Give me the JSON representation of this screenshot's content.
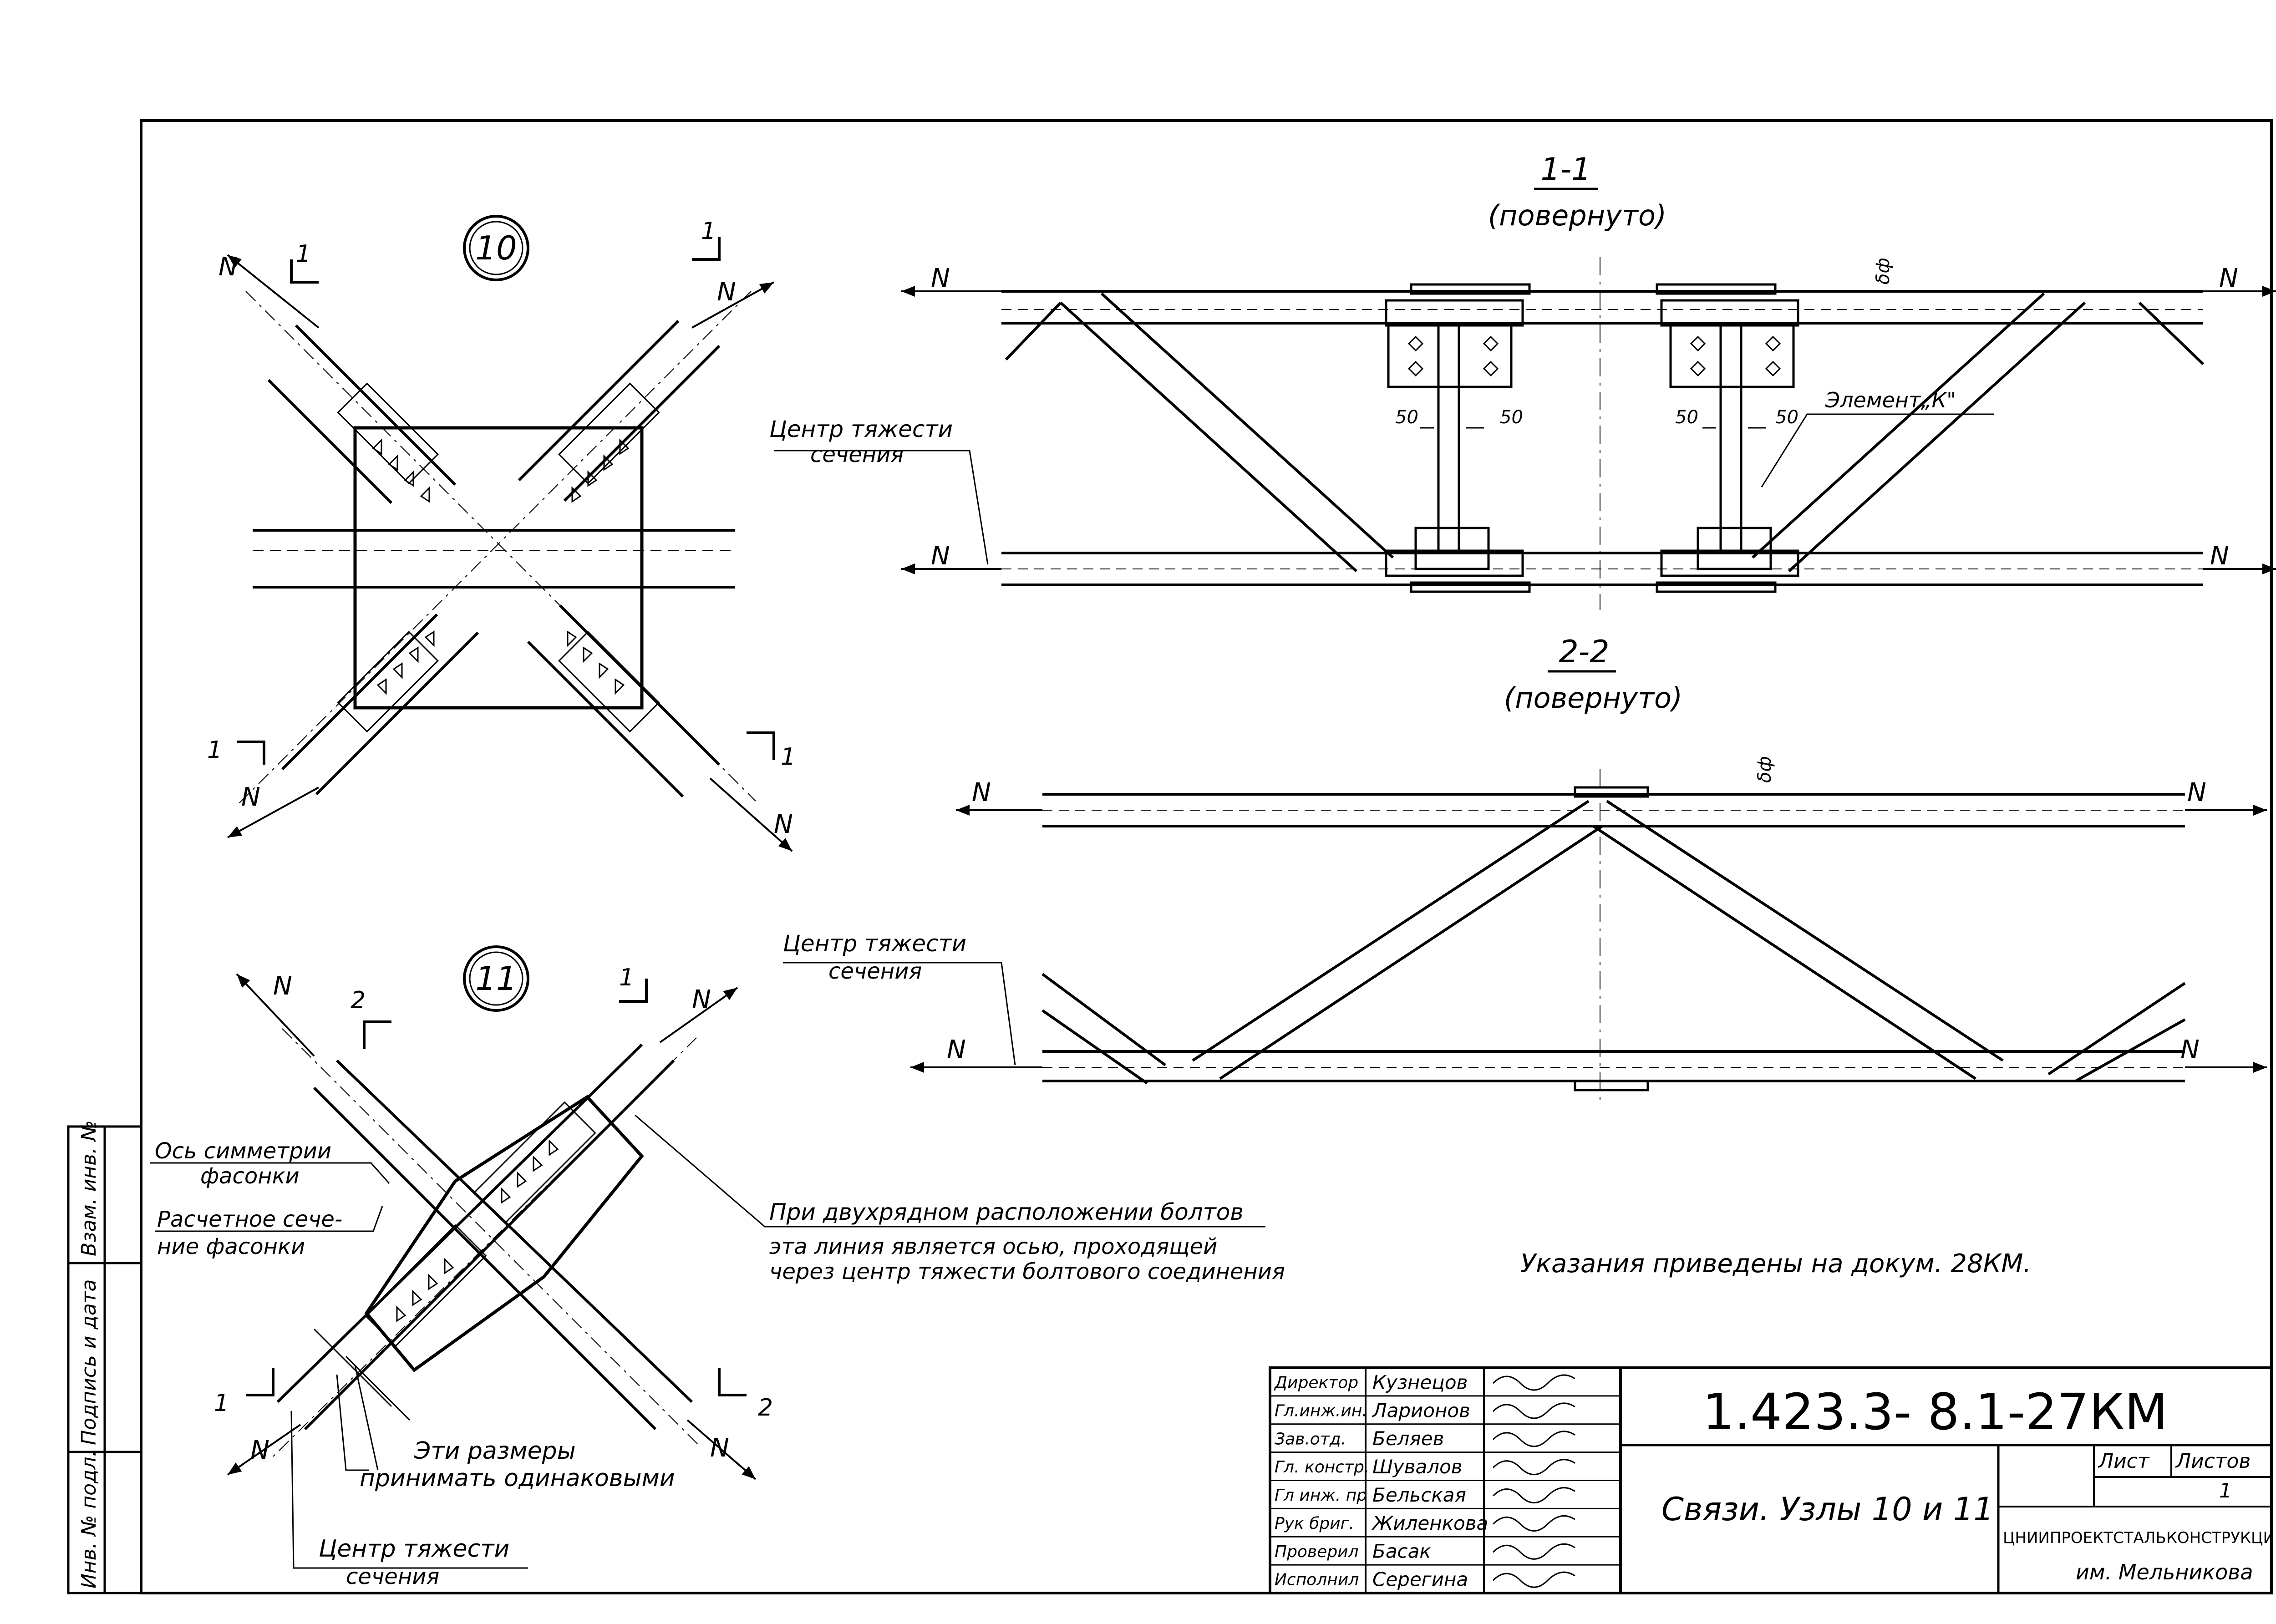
{
  "node10": {
    "number": "10",
    "force_label": "N",
    "cut_label": "1"
  },
  "node11": {
    "number": "11",
    "force_label": "N",
    "cut_label_1": "1",
    "cut_label_2": "2",
    "note_axis_1": "Ось симметрии",
    "note_axis_2": "фасонки",
    "note_section_1": "Расчетное сече-",
    "note_section_2": "ние  фасонки",
    "note_bolts_1": "При двухрядном расположении болтов",
    "note_bolts_2": "эта линия является осью, проходящей",
    "note_bolts_3": "через центр тяжести болтового соединения",
    "note_dims_1": "Эти размеры",
    "note_dims_2": "принимать одинаковыми",
    "note_center_1": "Центр тяжести",
    "note_center_2": "сечения"
  },
  "section11": {
    "title": "1-1",
    "subtitle": "(повернуто)",
    "force_label": "N",
    "center_1": "Центр тяжести",
    "center_2": "сечения",
    "dim_left": "50",
    "dim_right": "50",
    "element_label": "Элемент„К\"",
    "thickness_label": "δф"
  },
  "section22": {
    "title": "2-2",
    "subtitle": "(повернуто)",
    "force_label": "N",
    "center_1": "Центр тяжести",
    "center_2": "сечения",
    "thickness_label": "δф"
  },
  "note_main": "Указания  приведены  на докум. 28КМ.",
  "side_stamp": {
    "f1": "Взам. инв. №",
    "f2": "Подпись и дата",
    "f3": "Инв. № подл."
  },
  "title_block": {
    "doc_code": "1.423.3- 8.1-27КМ",
    "sheet_title": "Связи.  Узлы 10 и 11",
    "sheet_label": "Лист",
    "sheets_label": "Листов",
    "sheets_value": "1",
    "org_1": "ЦНИИПРОЕКТСТАЛЬКОНСТРУКЦИЯ",
    "org_2": "им. Мельникова",
    "people": [
      {
        "role": "Директор",
        "name": "Кузнецов"
      },
      {
        "role": "Гл.инж.ин.",
        "name": "Ларионов"
      },
      {
        "role": "Зав.отд.",
        "name": "Беляев"
      },
      {
        "role": "Гл. констр.",
        "name": "Шувалов"
      },
      {
        "role": "Гл инж. пр",
        "name": "Бельская"
      },
      {
        "role": "Рук бриг.",
        "name": "Жиленкова"
      },
      {
        "role": "Проверил",
        "name": "Басак"
      },
      {
        "role": "Исполнил",
        "name": "Серегина"
      }
    ]
  }
}
